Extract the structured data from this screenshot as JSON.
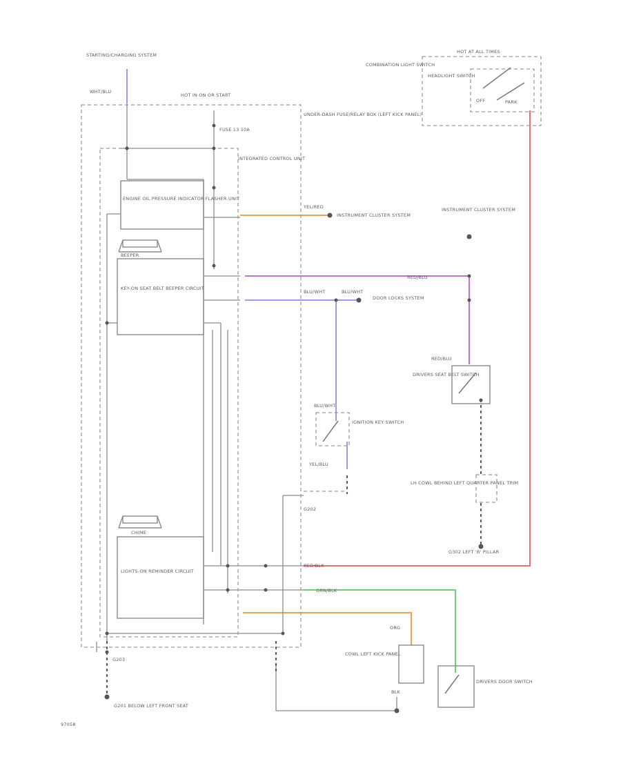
{
  "labels": {
    "starting": "STARTING/CHARGING SYSTEM",
    "fuse_box": "HOT IN ON OR START",
    "fuse": "FUSE 13 10A",
    "underdash": "UNDER-DASH FUSE/RELAY BOX (LEFT KICK PANEL)",
    "icu": "INTEGRATED CONTROL UNIT",
    "oil": "ENGINE OIL PRESSURE INDICATOR FLASHER UNIT",
    "keyon": "KEY-ON SEAT BELT BEEPER CIRCUIT",
    "beeper1": "BEEPER",
    "beeper2": "CHIME",
    "lights": "LIGHTS-ON REMINDER CIRCUIT",
    "comb1": "COMBINATION LIGHT SWITCH",
    "comb2": "HEADLIGHT SWITCH",
    "hot_all": "HOT AT ALL TIMES",
    "off": "OFF",
    "park": "PARK",
    "inst1": "INSTRUMENT CLUSTER SYSTEM",
    "inst2": "INSTRUMENT CLUSTER SYSTEM",
    "door_lock": "DOOR LOCKS SYSTEM",
    "ign_key": "IGNITION KEY SWITCH",
    "seat_belt": "DRIVERS SEAT BELT SWITCH",
    "lh_cowl": "LH COWL BEHIND LEFT QUARTER PANEL TRIM",
    "g202": "G202",
    "cowl_panel": "COWL LEFT KICK PANEL",
    "door_sw": "DRIVERS DOOR SWITCH",
    "g_bottom": "G201 BELOW LEFT FRONT SEAT",
    "g_left": "G203",
    "g_pillar": "G302 LEFT 'B' PILLAR",
    "fig": "97058",
    "w1": "WHT/BLU",
    "w2": "YEL/RED",
    "w3": "RED/BLU",
    "w4": "BLU/WHT",
    "w5": "BLU/WHT",
    "w6": "RED/BLU",
    "w7": "BLU/WHT",
    "w8": "GRN/BLK",
    "w9": "ORG",
    "w10": "BLK",
    "w11": "RED/BLK",
    "w12": "YEL/BLU"
  }
}
